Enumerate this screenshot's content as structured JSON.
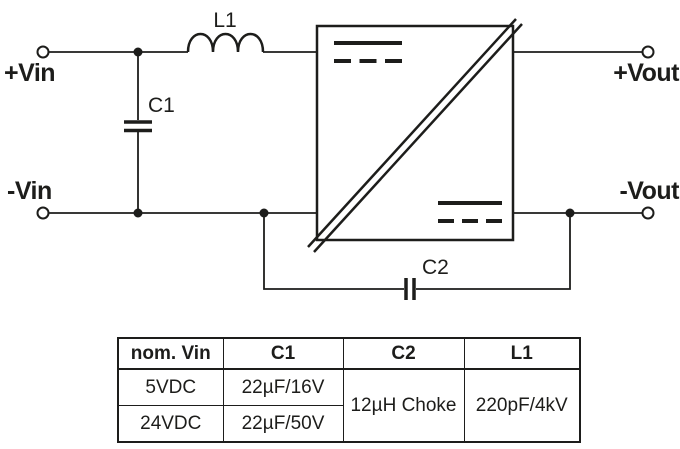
{
  "schematic": {
    "labels": {
      "vin_plus": "+Vin",
      "vin_minus": "-Vin",
      "vout_plus": "+Vout",
      "vout_minus": "-Vout",
      "l1": "L1",
      "c1": "C1",
      "c2": "C2"
    },
    "colors": {
      "line": "#1d1d1b",
      "background": "#ffffff"
    }
  },
  "table": {
    "headers": [
      "nom. Vin",
      "C1",
      "C2",
      "L1"
    ],
    "rows": [
      [
        "5VDC",
        "22µF/16V"
      ],
      [
        "24VDC",
        "22µF/50V"
      ]
    ],
    "merged": {
      "c2_value": "12µH Choke",
      "l1_value": "220pF/4kV"
    }
  }
}
